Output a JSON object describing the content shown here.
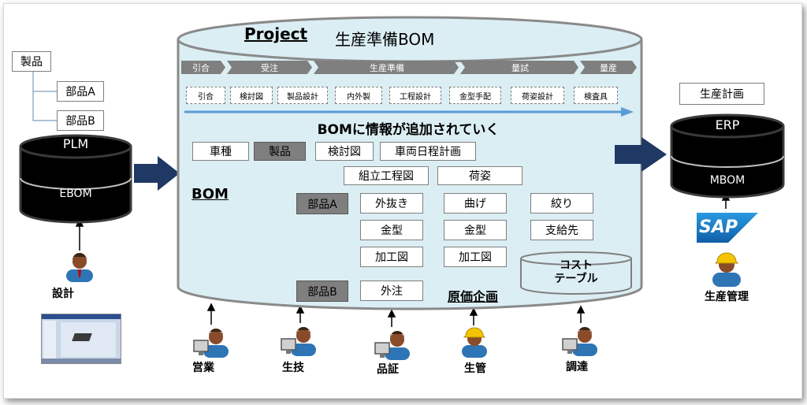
{
  "left": {
    "product": "製品",
    "part_a": "部品A",
    "part_b": "部品B",
    "plm": "PLM",
    "ebom": "EBOM",
    "design_label": "設計"
  },
  "project": {
    "title": "Project",
    "subtitle": "生産準備BOM",
    "stages": [
      "引合",
      "受注",
      "生産準備",
      "量試",
      "量産"
    ],
    "tasks": [
      "引合",
      "検討図",
      "製品設計",
      "内外製",
      "工程設計",
      "金型手配",
      "荷姿設計",
      "検査具"
    ],
    "info_added": "BOMに情報が追加されていく",
    "bom_label": "BOM",
    "row1": [
      "車種",
      "製品",
      "検討図",
      "車両日程計画"
    ],
    "row2": [
      "組立工程図",
      "荷姿"
    ],
    "part_a": "部品A",
    "part_b": "部品B",
    "cells": [
      "外抜き",
      "曲げ",
      "絞り",
      "金型",
      "金型",
      "支給先",
      "加工図",
      "加工図",
      "外注"
    ],
    "cost_table": "コスト\nテーブル",
    "cost_planning": "原価企画"
  },
  "bottom_roles": [
    "営業",
    "生技",
    "品証",
    "生管",
    "調達"
  ],
  "right": {
    "plan": "生産計画",
    "erp": "ERP",
    "mbom": "MBOM",
    "sap": "SAP",
    "role": "生産管理"
  },
  "colors": {
    "cylinder_fill": "#dbeef4",
    "stage_arrow": "#7f7f7f",
    "timeline": "#5b9bd5",
    "arrow_navy": "#1f3864",
    "db_black": "#000000",
    "sap_blue": "#1b7fc4"
  },
  "icons": [
    "person-worker-icon",
    "person-pc-icon",
    "cad-screenshot-icon",
    "sap-logo-icon"
  ]
}
